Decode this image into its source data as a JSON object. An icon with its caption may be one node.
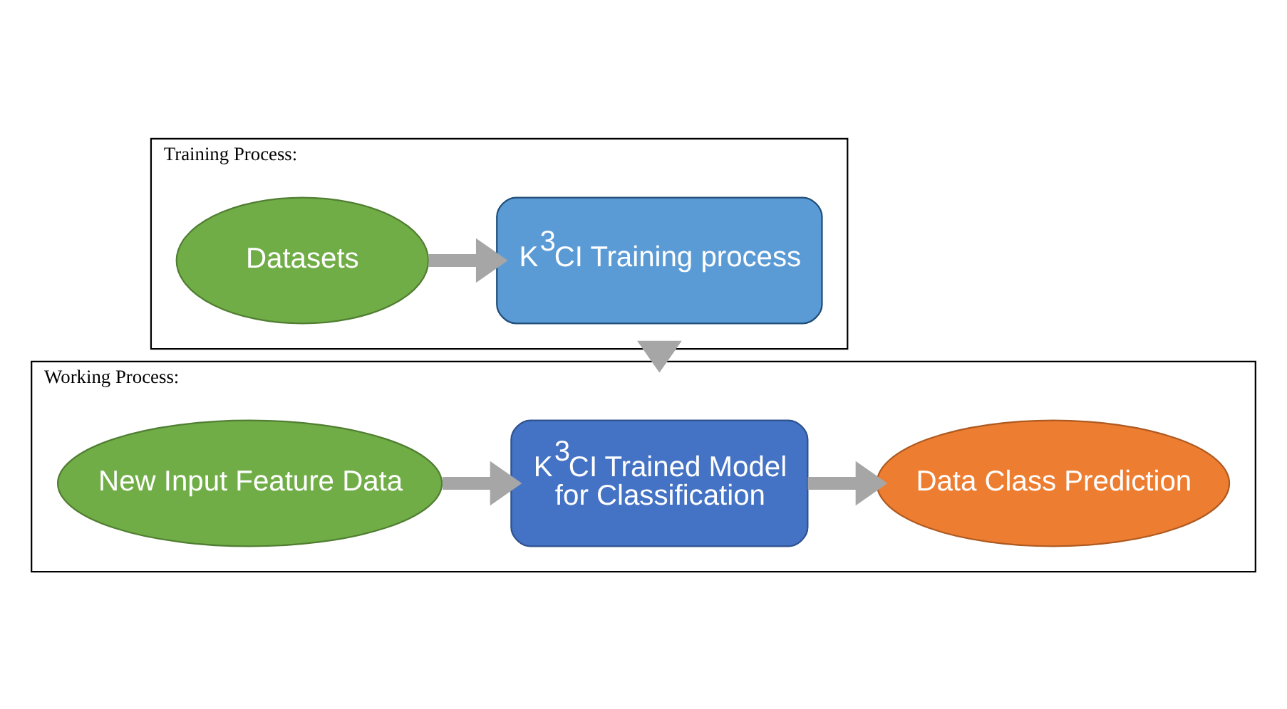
{
  "diagram": {
    "nodes": [
      {
        "text": [
          "Training Process:"
        ]
      },
      {
        "text": [
          "Datasets"
        ],
        "in": 0
      },
      {
        "text": [
          "K$^{3}$CI Training process"
        ],
        "in": 0
      },
      {
        "text": [
          "Working Process:"
        ]
      },
      {
        "text": [
          "New Input Feature Data"
        ],
        "in": 3
      },
      {
        "text": [
          "K$^{3}$CI Trained Model",
          "for Classification"
        ],
        "in": 3
      },
      {
        "text": [
          "Data Class Prediction"
        ],
        "in": 3
      }
    ],
    "edges": [
      {
        "from": 1,
        "to": 2,
        "arrow": "to"
      },
      {
        "from": 0,
        "to": 3,
        "arrow": "to"
      },
      {
        "from": 4,
        "to": 5,
        "arrow": "to"
      },
      {
        "from": 5,
        "to": 6,
        "arrow": "to"
      }
    ]
  }
}
